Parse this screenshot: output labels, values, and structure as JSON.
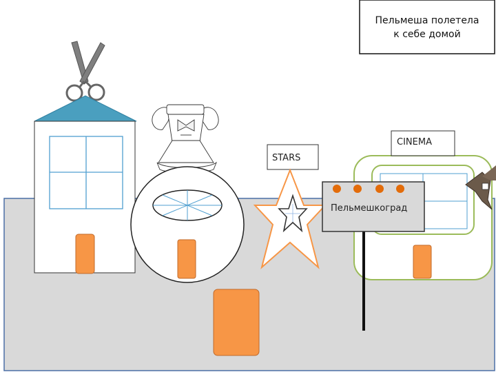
{
  "caption": {
    "line1": "Пельмеша полетела",
    "line2": "к себе домой"
  },
  "signs": {
    "stars": "STARS",
    "cinema": "CINEMA",
    "city": "Пельмешкоград"
  },
  "colors": {
    "ground_fill": "#d9d9d9",
    "ground_stroke": "#4a6fa5",
    "roof": "#4a9fbf",
    "door": "#f79646",
    "door_stroke": "#c0692a",
    "window_stroke": "#4f9fd0",
    "star_outer": "#f79646",
    "cinema_outline": "#9bbb59",
    "sign_fill": "#d9d9d9",
    "dots": "#e36c0a"
  },
  "icons": [
    "scissors-icon",
    "dress-icon",
    "flying-creature-icon"
  ]
}
